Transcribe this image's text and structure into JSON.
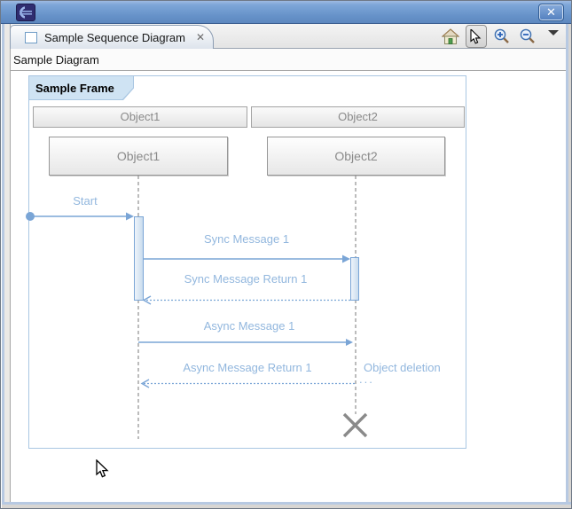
{
  "titlebar": {
    "app_icon": "eclipse-logo",
    "close_glyph": "✕"
  },
  "editor": {
    "tab": {
      "icon": "editor-document-icon",
      "title": "Sample Sequence Diagram",
      "close_glyph": "✕"
    },
    "toolbar": {
      "home_icon": "home",
      "select_icon": "cursor-arrow",
      "zoom_in_icon": "zoom-in-magnifier",
      "zoom_out_icon": "zoom-out-magnifier",
      "menu_icon": "dropdown-triangle"
    },
    "breadcrumb": "Sample Diagram"
  },
  "diagram": {
    "frame_label": "Sample Frame",
    "columns": [
      "Object1",
      "Object2"
    ],
    "lifelines": [
      "Object1",
      "Object2"
    ],
    "messages": [
      {
        "label": "Start",
        "type": "found"
      },
      {
        "label": "Sync Message 1",
        "type": "sync"
      },
      {
        "label": "Sync Message Return 1",
        "type": "return"
      },
      {
        "label": "Async Message 1",
        "type": "async"
      },
      {
        "label": "Async Message Return 1",
        "type": "return"
      }
    ],
    "deletion_label": "Object deletion",
    "ellipsis": "...",
    "colors": {
      "message_line": "#7aa5d6",
      "message_label": "#92b7de",
      "frame_border": "#a9c6e2",
      "frame_label_fill": "#cfe3f3",
      "lifeline": "#8f8f8f",
      "deletion_cross": "#8a8a8a",
      "titlebar_blue": "#6591c8"
    }
  }
}
